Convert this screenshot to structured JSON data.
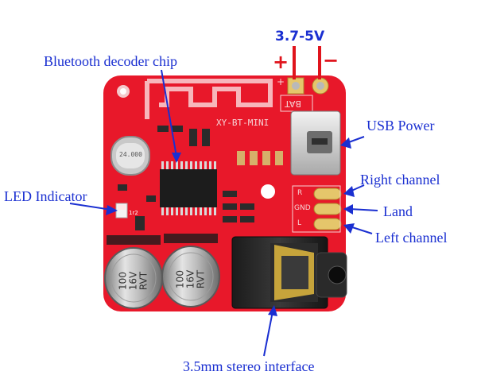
{
  "power": {
    "voltage": "3.7-5V",
    "plus_sign": "+",
    "minus_sign": "−"
  },
  "labels": {
    "bluetooth_chip": "Bluetooth decoder chip",
    "usb_power": "USB Power",
    "led_indicator": "LED Indicator",
    "right_channel": "Right channel",
    "land": "Land",
    "left_channel": "Left channel",
    "stereo_interface": "3.5mm stereo interface"
  },
  "board": {
    "silkscreen_model": "XY-BT-MINI",
    "silkscreen_bat": "BAT",
    "silkscreen_bat_plus": "+",
    "crystal_marking": "24.000",
    "pin_r": "R",
    "pin_gnd": "GND",
    "pin_l": "L",
    "cap_text_1": "100",
    "cap_text_2": "16V",
    "cap_text_3": "RVT",
    "cap_text_1b": "100",
    "cap_text_2b": "16V",
    "cap_text_3b": "RVT",
    "led_marking": "1r2"
  },
  "colors": {
    "board_red": "#e8182a",
    "annotation_blue": "#1a2fd1",
    "polarity_red": "#e0141c"
  }
}
